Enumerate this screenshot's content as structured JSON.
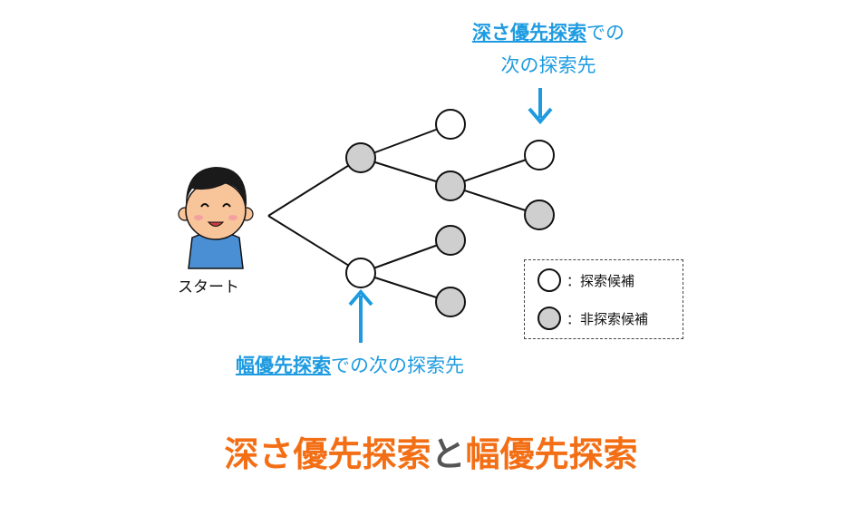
{
  "colors": {
    "accent_blue": "#1e9be0",
    "accent_orange": "#f36f16",
    "joiner_gray": "#555555",
    "node_gray": "#cfcfcf",
    "node_white": "#ffffff"
  },
  "start_label": "スタート",
  "dfs_label": {
    "term": "深さ優先探索",
    "suffix": "での",
    "line2": "次の探索先"
  },
  "bfs_label": {
    "term": "幅優先探索",
    "suffix": "での次の探索先"
  },
  "legend": {
    "candidate": "：探索候補",
    "non_candidate": "：非探索候補"
  },
  "footer": {
    "left": "深さ優先探索",
    "joiner": "と",
    "right": "幅優先探索"
  },
  "tree": {
    "nodes": [
      {
        "id": "root",
        "type": "start"
      },
      {
        "id": "a",
        "state": "non-candidate"
      },
      {
        "id": "b",
        "state": "candidate"
      },
      {
        "id": "a1",
        "state": "candidate"
      },
      {
        "id": "a2",
        "state": "non-candidate"
      },
      {
        "id": "b1",
        "state": "non-candidate"
      },
      {
        "id": "b2",
        "state": "non-candidate"
      },
      {
        "id": "a2x",
        "state": "candidate"
      },
      {
        "id": "a2y",
        "state": "non-candidate"
      }
    ],
    "edges": [
      [
        "root",
        "a"
      ],
      [
        "root",
        "b"
      ],
      [
        "a",
        "a1"
      ],
      [
        "a",
        "a2"
      ],
      [
        "a2",
        "a2x"
      ],
      [
        "a2",
        "a2y"
      ],
      [
        "b",
        "b1"
      ],
      [
        "b",
        "b2"
      ]
    ]
  }
}
